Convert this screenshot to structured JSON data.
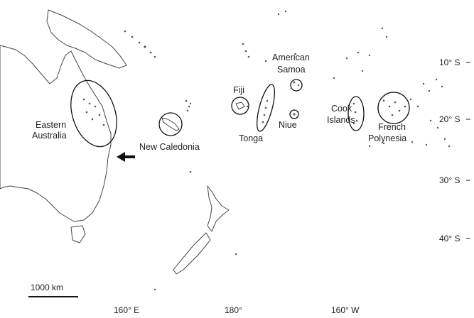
{
  "map": {
    "labels": {
      "eastern_australia": [
        "Eastern",
        "Australia"
      ],
      "new_caledonia": "New Caledonia",
      "fiji": "Fiji",
      "tonga": "Tonga",
      "american_samoa": [
        "American",
        "Samoa"
      ],
      "niue": "Niue",
      "cook_islands": [
        "Cook",
        "Islands"
      ],
      "french_polynesia": [
        "French",
        "Polynesia"
      ]
    },
    "latitude_ticks": [
      "10° S",
      "20° S",
      "30° S",
      "40° S"
    ],
    "longitude_ticks": [
      "160° E",
      "180°",
      "160° W"
    ],
    "scale_bar": "1000 km"
  }
}
